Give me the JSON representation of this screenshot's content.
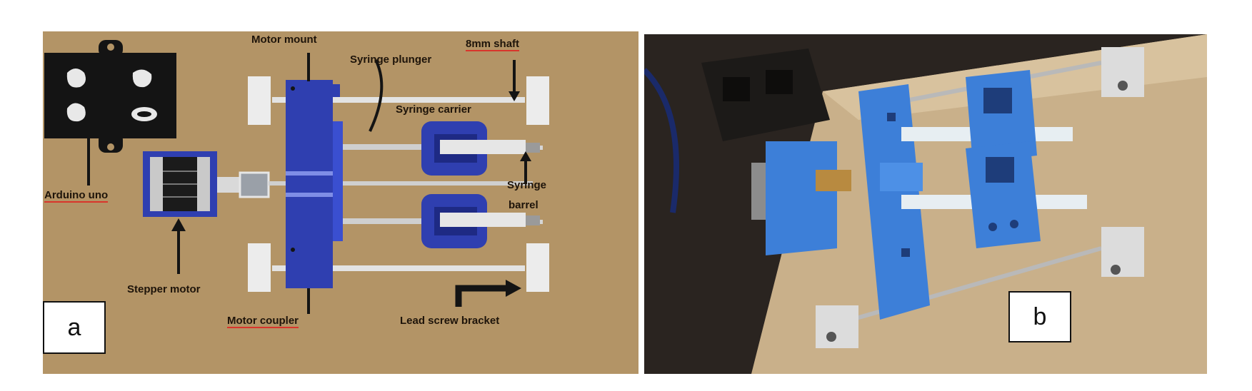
{
  "panel_a": {
    "letter": "a",
    "labels": {
      "motor_mount": "Motor mount",
      "shaft": "8mm shaft",
      "syringe_plunger": "Syringe plunger",
      "syringe_carrier": "Syringe carrier",
      "syringe_barrel_1": "Syringe",
      "syringe_barrel_2": "barrel",
      "arduino": "Arduino uno",
      "stepper": "Stepper motor",
      "coupler": "Motor coupler",
      "bracket": "Lead screw bracket"
    }
  },
  "panel_b": {
    "letter": "b"
  },
  "colors": {
    "board": "#b39466",
    "blue_part": "#2f3fb0",
    "photo_blue": "#3d7fd8",
    "label_underline": "#d9352b"
  }
}
